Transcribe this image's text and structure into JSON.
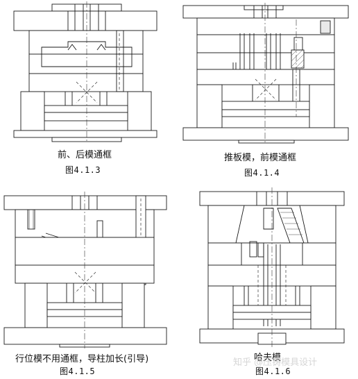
{
  "panels": [
    {
      "caption": "前、后模通框",
      "figure": "图4.1.3"
    },
    {
      "caption": "推板模，前模通框",
      "figure": "图4.1.4"
    },
    {
      "caption": "行位模不用通框，导柱加长(引导)",
      "figure": "图4.1.5"
    },
    {
      "caption": "哈夫模",
      "figure": "图4.1.6"
    }
  ],
  "watermark": "知乎 @压铸模具设计"
}
